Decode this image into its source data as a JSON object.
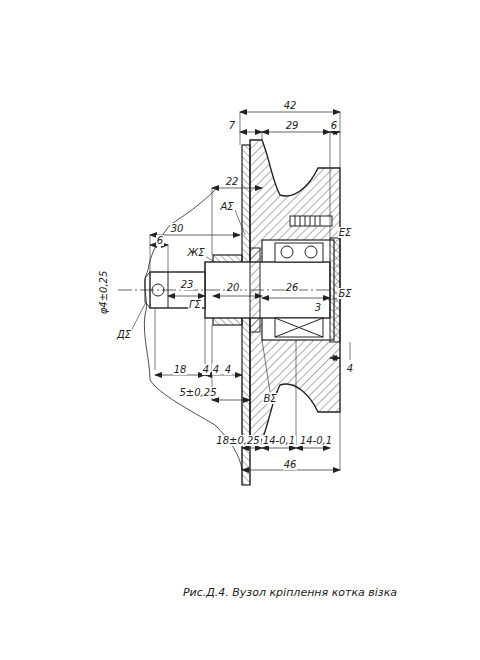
{
  "diagram": {
    "caption": "Рис.Д.4. Вузол кріплення котка візка",
    "labels": [
      "42",
      "7",
      "29",
      "6",
      "22",
      "АΣ",
      "30",
      "6",
      "ЖΣ",
      "ЕΣ",
      "φ4±0,25",
      "23",
      "20",
      "26",
      "ГΣ",
      "БΣ",
      "3",
      "ДΣ",
      "4",
      "18",
      "4",
      "4",
      "4",
      "5±0,25",
      "ВΣ",
      "18±0,25",
      "14-0,1",
      "14-0,1",
      "46"
    ]
  }
}
